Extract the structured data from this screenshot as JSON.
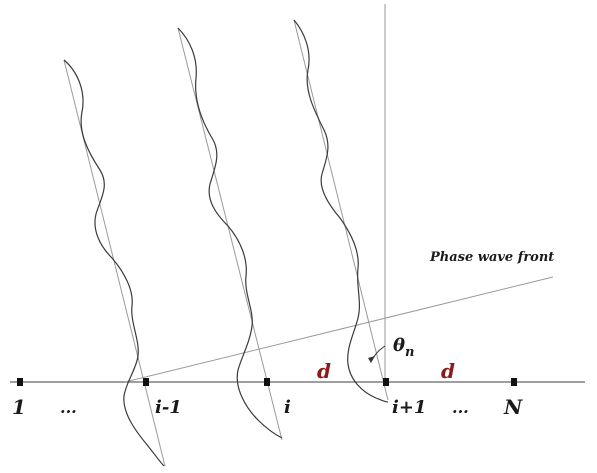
{
  "diagram": {
    "phase_wave_front_label": "Phase wave front",
    "theta_label": "θ",
    "theta_sub": "n",
    "spacing_label_1": "d",
    "spacing_label_2": "d",
    "element_labels": [
      "1",
      "...",
      "i-1",
      "i",
      "i+1",
      "...",
      "N"
    ],
    "colors": {
      "spacing_label": "#8b1a1a",
      "lines": "#9a9a9a",
      "waves": "#3a3a3a"
    }
  }
}
